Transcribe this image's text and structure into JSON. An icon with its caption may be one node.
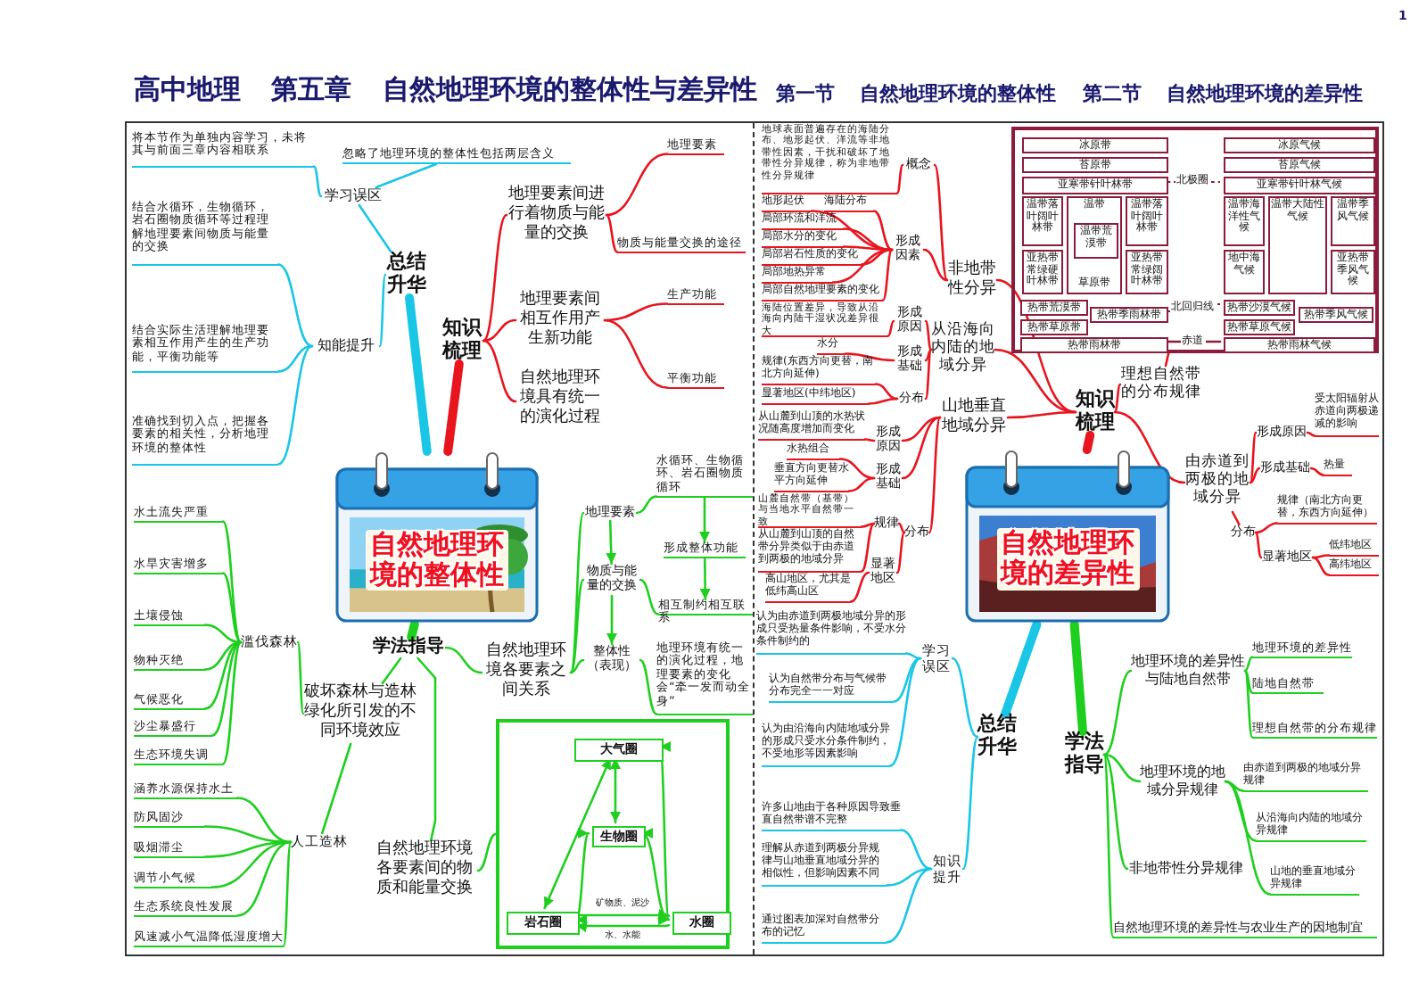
{
  "diagram": {
    "title": "高中地理 第五章 自然地理环境的整体性与差异性",
    "labels": [
      "1",
      "第一节 自然地理环境的整体性",
      "第二节 自然地理环境的差异性"
    ],
    "nodes": [
      {
        "text": [
          "自然地理环境的整体性"
        ]
      },
      {
        "text": [
          "知识梳理"
        ]
      },
      {
        "text": [
          "地理要素间进行着物质与能量的交换"
        ]
      },
      {
        "text": [
          "地理要素"
        ]
      },
      {
        "text": [
          "物质与能量交换的途径"
        ]
      },
      {
        "text": [
          "地理要素间相互作用产生新功能"
        ]
      },
      {
        "text": [
          "生产功能"
        ]
      },
      {
        "text": [
          "平衡功能"
        ]
      },
      {
        "text": [
          "自然地理环境具有统一的演化过程"
        ]
      },
      {
        "text": [
          "总结升华"
        ]
      },
      {
        "text": [
          "学习误区"
        ]
      },
      {
        "text": [
          "将本节作为单独内容学习，未将其与前面三章内容相联系"
        ]
      },
      {
        "text": [
          "忽略了地理环境的整体性包括两层含义"
        ]
      },
      {
        "text": [
          "知能提升"
        ]
      },
      {
        "text": [
          "结合水循环，生物循环，岩石圈物质循环等过程理解地理要素间物质与能量的交换"
        ]
      },
      {
        "text": [
          "结合实际生活理解地理要素相互作用产生的生产功能，平衡功能等"
        ]
      },
      {
        "text": [
          "准确找到切入点，把握各要素的相关性，分析地理环境的整体性"
        ]
      },
      {
        "text": [
          "学法指导"
        ]
      },
      {
        "text": [
          "破坏森林与造林绿化所引发的不同环境效应"
        ]
      },
      {
        "text": [
          "滥伐森林"
        ]
      },
      {
        "text": [
          "水土流失严重"
        ]
      },
      {
        "text": [
          "水旱灾害增多"
        ]
      },
      {
        "text": [
          "土壤侵蚀"
        ]
      },
      {
        "text": [
          "物种灭绝"
        ]
      },
      {
        "text": [
          "气候恶化"
        ]
      },
      {
        "text": [
          "沙尘暴盛行"
        ]
      },
      {
        "text": [
          "生态环境失调"
        ]
      },
      {
        "text": [
          "人工造林"
        ]
      },
      {
        "text": [
          "涵养水源保持水土"
        ]
      },
      {
        "text": [
          "防风固沙"
        ]
      },
      {
        "text": [
          "吸烟滞尘"
        ]
      },
      {
        "text": [
          "调节小气候"
        ]
      },
      {
        "text": [
          "生态系统良性发展"
        ]
      },
      {
        "text": [
          "风速减小气温降低湿度增大"
        ]
      },
      {
        "text": [
          "自然地理环境各要素之间关系"
        ]
      },
      {
        "text": [
          "地理要素"
        ]
      },
      {
        "text": [
          "物质与能量的交换"
        ]
      },
      {
        "text": [
          "整体性（表现）"
        ]
      },
      {
        "text": [
          "水循环、生物循环、岩石圈物质循环"
        ]
      },
      {
        "text": [
          "形成整体功能"
        ]
      },
      {
        "text": [
          "相互制约相互联系"
        ]
      },
      {
        "text": [
          "地理环境有统一的演化过程，地理要素的变化会“牵一发而动全身”"
        ]
      },
      {
        "text": [
          "自然地理环境各要素间的物质和能量交换"
        ]
      },
      {
        "text": [],
        "shape": "box"
      },
      {
        "text": [
          "大气圈"
        ],
        "in": 43
      },
      {
        "text": [
          "生物圈"
        ],
        "in": 43
      },
      {
        "text": [
          "岩石圈"
        ],
        "in": 43
      },
      {
        "text": [
          "水圈"
        ],
        "in": 43
      },
      {
        "text": [
          "自然地理环境的差异性"
        ]
      },
      {
        "text": [
          "知识梳理"
        ]
      },
      {
        "text": [
          "非地带性分异"
        ]
      },
      {
        "text": [
          "概念"
        ]
      },
      {
        "text": [
          "地球表面普遍存在的海陆分布、地形起伏、洋流等非地带性因素，干扰和破坏了地带性分异规律，称为非地带性分异规律"
        ]
      },
      {
        "text": [
          "形成因素"
        ]
      },
      {
        "text": [
          "地形起伏"
        ]
      },
      {
        "text": [
          "海陆分布"
        ]
      },
      {
        "text": [
          "局部环流和洋流"
        ]
      },
      {
        "text": [
          "局部水分的变化"
        ]
      },
      {
        "text": [
          "局部岩石性质的变化"
        ]
      },
      {
        "text": [
          "局部地热异常"
        ]
      },
      {
        "text": [
          "局部自然地理要素的变化"
        ]
      },
      {
        "text": [
          "从沿海向内陆的地域分异"
        ]
      },
      {
        "text": [
          "形成原因"
        ]
      },
      {
        "text": [
          "海陆位置差异，导致从沿海向内陆干湿状况差异很大"
        ]
      },
      {
        "text": [
          "形成基础"
        ]
      },
      {
        "text": [
          "水分"
        ]
      },
      {
        "text": [
          "分布"
        ]
      },
      {
        "text": [
          "规律(东西方向更替，南北方向延伸)"
        ]
      },
      {
        "text": [
          "显著地区(中纬地区)"
        ]
      },
      {
        "text": [
          "山地垂直地域分异"
        ]
      },
      {
        "text": [
          "形成原因"
        ]
      },
      {
        "text": [
          "从山麓到山顶的水热状况随高度增加而变化"
        ]
      },
      {
        "text": [
          "形成基础"
        ]
      },
      {
        "text": [
          "水热组合"
        ]
      },
      {
        "text": [
          "垂直方向更替水平方向延伸"
        ]
      },
      {
        "text": [
          "分布"
        ]
      },
      {
        "text": [
          "规律"
        ]
      },
      {
        "text": [
          "山麓自然带（基带）与当地水平自然带一致"
        ]
      },
      {
        "text": [
          "从山麓到山顶的自然带分异类似于由赤道到两极的地域分异"
        ]
      },
      {
        "text": [
          "显著地区"
        ]
      },
      {
        "text": [
          "高山地区，尤其是低纬高山区"
        ]
      },
      {
        "text": [
          "理想自然带的分布规律"
        ]
      },
      {
        "text": [],
        "shape": "box"
      },
      {
        "text": [
          "冰原带"
        ],
        "in": 82
      },
      {
        "text": [
          "苔原带"
        ],
        "in": 82
      },
      {
        "text": [
          "亚寒带针叶林带"
        ],
        "in": 82
      },
      {
        "text": [
          "温带落叶阔叶林带"
        ],
        "in": 82
      },
      {
        "text": [
          "温带",
          "草原带"
        ],
        "in": 82
      },
      {
        "text": [
          "温带荒漠带"
        ],
        "in": 87
      },
      {
        "text": [
          "温带落叶阔叶林带"
        ],
        "in": 82
      },
      {
        "text": [
          "亚热带常绿硬叶林带"
        ],
        "in": 82
      },
      {
        "text": [
          "亚热带常绿阔叶林带"
        ],
        "in": 82
      },
      {
        "text": [
          "热带荒漠带"
        ],
        "in": 82
      },
      {
        "text": [
          "热带季雨林带"
        ],
        "in": 82
      },
      {
        "text": [
          "热带草原带"
        ],
        "in": 82
      },
      {
        "text": [
          "热带雨林带"
        ],
        "in": 82
      },
      {
        "text": [
          "冰原气候"
        ],
        "in": 82
      },
      {
        "text": [
          "苔原气候"
        ],
        "in": 82
      },
      {
        "text": [
          "亚寒带针叶林气候"
        ],
        "in": 82
      },
      {
        "text": [
          "温带海洋性气候"
        ],
        "in": 82
      },
      {
        "text": [
          "温带大陆性气候"
        ],
        "in": 82
      },
      {
        "text": [
          "温带季风气候"
        ],
        "in": 82
      },
      {
        "text": [
          "地中海气候"
        ],
        "in": 82
      },
      {
        "text": [
          "亚热带季风气候"
        ],
        "in": 82
      },
      {
        "text": [
          "热带沙漠气候"
        ],
        "in": 82
      },
      {
        "text": [
          "热带季风气候"
        ],
        "in": 82
      },
      {
        "text": [
          "热带草原气候"
        ],
        "in": 82
      },
      {
        "text": [
          "热带雨林气候"
        ],
        "in": 82
      },
      {
        "text": [
          "由赤道到两极的地域分异"
        ]
      },
      {
        "text": [
          "形成原因"
        ]
      },
      {
        "text": [
          "受太阳辐射从赤道向两极递减的影响"
        ]
      },
      {
        "text": [
          "形成基础"
        ]
      },
      {
        "text": [
          "热量"
        ]
      },
      {
        "text": [
          "分布"
        ]
      },
      {
        "text": [
          "规律（南北方向更替，东西方向延伸）"
        ]
      },
      {
        "text": [
          "显著地区"
        ]
      },
      {
        "text": [
          "低纬地区"
        ]
      },
      {
        "text": [
          "高纬地区"
        ]
      },
      {
        "text": [
          "总结升华"
        ]
      },
      {
        "text": [
          "学习误区"
        ]
      },
      {
        "text": [
          "认为由赤道到两极地域分异的形成只受热量条件影响，不受水分条件制约的"
        ]
      },
      {
        "text": [
          "认为自然带分布与气候带分布完全一一对应"
        ]
      },
      {
        "text": [
          "认为由沿海向内陆地域分异的形成只受水分条件制约，不受地形等因素影响"
        ]
      },
      {
        "text": [
          "知识提升"
        ]
      },
      {
        "text": [
          "许多山地由于各种原因导致垂直自然带谱不完整"
        ]
      },
      {
        "text": [
          "理解从赤道到两极分异规律与山地垂直地域分异的相似性，但影响因素不同"
        ]
      },
      {
        "text": [
          "通过图表加深对自然带分布的记忆"
        ]
      },
      {
        "text": [
          "学法指导"
        ]
      },
      {
        "text": [
          "地理环境的差异性与陆地自然带"
        ]
      },
      {
        "text": [
          "地理环境的差异性"
        ]
      },
      {
        "text": [
          "陆地自然带"
        ]
      },
      {
        "text": [
          "理想自然带的分布规律"
        ]
      },
      {
        "text": [
          "地理环境的地域分异规律"
        ]
      },
      {
        "text": [
          "由赤道到两极的地域分异规律"
        ]
      },
      {
        "text": [
          "从沿海向内陆的地域分异规律"
        ]
      },
      {
        "text": [
          "山地的垂直地域分异规律"
        ]
      },
      {
        "text": [
          "非地带性分异规律"
        ]
      },
      {
        "text": [
          "自然地理环境的差异性与农业生产的因地制宜"
        ]
      }
    ],
    "edges": [
      {
        "from": 0,
        "to": 1,
        "arrow": "none",
        "style": "thick"
      },
      {
        "from": 1,
        "to": 2,
        "arrow": "none"
      },
      {
        "from": 1,
        "to": 5,
        "arrow": "none"
      },
      {
        "from": 1,
        "to": 8,
        "arrow": "none"
      },
      {
        "from": 2,
        "to": 3,
        "arrow": "none"
      },
      {
        "from": 2,
        "to": 4,
        "arrow": "none"
      },
      {
        "from": 5,
        "to": 6,
        "arrow": "none"
      },
      {
        "from": 5,
        "to": 7,
        "arrow": "none"
      },
      {
        "from": 0,
        "to": 9,
        "arrow": "none",
        "style": "thick",
        "color": "#19c6e6"
      },
      {
        "from": 9,
        "to": 10,
        "arrow": "none",
        "color": "#19c6e6"
      },
      {
        "from": 9,
        "to": 13,
        "arrow": "none",
        "color": "#19c6e6"
      },
      {
        "from": 10,
        "to": 11,
        "arrow": "none",
        "color": "#19c6e6"
      },
      {
        "from": 10,
        "to": 12,
        "arrow": "none",
        "color": "#19c6e6"
      },
      {
        "from": 13,
        "to": 14,
        "arrow": "none",
        "color": "#19c6e6"
      },
      {
        "from": 13,
        "to": 15,
        "arrow": "none",
        "color": "#19c6e6"
      },
      {
        "from": 13,
        "to": 16,
        "arrow": "none",
        "color": "#19c6e6"
      },
      {
        "from": 0,
        "to": 17,
        "arrow": "none",
        "style": "thick",
        "color": "#1fcf1f"
      },
      {
        "from": 17,
        "to": 18,
        "arrow": "none",
        "color": "#1fcf1f"
      },
      {
        "from": 17,
        "to": 34,
        "arrow": "none",
        "color": "#1fcf1f"
      },
      {
        "from": 17,
        "to": 42,
        "arrow": "none",
        "color": "#1fcf1f"
      },
      {
        "from": 18,
        "to": 19,
        "arrow": "none",
        "color": "#1fcf1f"
      },
      {
        "from": 18,
        "to": 27,
        "arrow": "none",
        "color": "#1fcf1f"
      },
      {
        "from": 19,
        "to": 20,
        "arrow": "none",
        "color": "#1fcf1f"
      },
      {
        "from": 19,
        "to": 21,
        "arrow": "none",
        "color": "#1fcf1f"
      },
      {
        "from": 19,
        "to": 22,
        "arrow": "none",
        "color": "#1fcf1f"
      },
      {
        "from": 19,
        "to": 23,
        "arrow": "none",
        "color": "#1fcf1f"
      },
      {
        "from": 19,
        "to": 24,
        "arrow": "none",
        "color": "#1fcf1f"
      },
      {
        "from": 19,
        "to": 25,
        "arrow": "none",
        "color": "#1fcf1f"
      },
      {
        "from": 19,
        "to": 26,
        "arrow": "none",
        "color": "#1fcf1f"
      },
      {
        "from": 27,
        "to": 28,
        "arrow": "none",
        "color": "#1fcf1f"
      },
      {
        "from": 27,
        "to": 29,
        "arrow": "none",
        "color": "#1fcf1f"
      },
      {
        "from": 27,
        "to": 30,
        "arrow": "none",
        "color": "#1fcf1f"
      },
      {
        "from": 27,
        "to": 31,
        "arrow": "none",
        "color": "#1fcf1f"
      },
      {
        "from": 27,
        "to": 32,
        "arrow": "none",
        "color": "#1fcf1f"
      },
      {
        "from": 27,
        "to": 33,
        "arrow": "none",
        "color": "#1fcf1f"
      },
      {
        "from": 34,
        "to": 35,
        "arrow": "none",
        "color": "#1fcf1f"
      },
      {
        "from": 34,
        "to": 36,
        "arrow": "none",
        "color": "#1fcf1f"
      },
      {
        "from": 34,
        "to": 37,
        "arrow": "none",
        "color": "#1fcf1f"
      },
      {
        "from": 35,
        "to": 36,
        "arrow": "to",
        "color": "#1fcf1f"
      },
      {
        "from": 36,
        "to": 37,
        "arrow": "to",
        "color": "#1fcf1f"
      },
      {
        "from": 35,
        "to": 38,
        "arrow": "none",
        "color": "#1fcf1f"
      },
      {
        "from": 36,
        "to": 40,
        "arrow": "none",
        "color": "#1fcf1f"
      },
      {
        "from": 37,
        "to": 41,
        "arrow": "none",
        "color": "#1fcf1f"
      },
      {
        "from": 38,
        "to": 39,
        "arrow": "to",
        "color": "#1fcf1f"
      },
      {
        "from": 39,
        "to": 40,
        "arrow": "to",
        "color": "#1fcf1f"
      },
      {
        "from": 42,
        "to": 43,
        "arrow": "none",
        "color": "#1fcf1f"
      },
      {
        "from": 44,
        "to": 45,
        "arrow": "both",
        "color": "#1fcf1f"
      },
      {
        "from": 44,
        "to": 46,
        "arrow": "both",
        "color": "#1fcf1f"
      },
      {
        "from": 44,
        "to": 47,
        "arrow": "both",
        "color": "#1fcf1f"
      },
      {
        "from": 45,
        "to": 46,
        "arrow": "both",
        "color": "#1fcf1f"
      },
      {
        "from": 45,
        "to": 47,
        "arrow": "both",
        "color": "#1fcf1f"
      },
      {
        "from": 46,
        "to": 47,
        "arrow": "to",
        "label": "矿物质、泥沙",
        "color": "#1fcf1f"
      },
      {
        "from": 47,
        "to": 46,
        "arrow": "to",
        "label": "水、水能",
        "color": "#1fcf1f"
      },
      {
        "from": 48,
        "to": 49,
        "arrow": "none",
        "style": "thick"
      },
      {
        "from": 49,
        "to": 50,
        "arrow": "none"
      },
      {
        "from": 49,
        "to": 61,
        "arrow": "none"
      },
      {
        "from": 49,
        "to": 69,
        "arrow": "none"
      },
      {
        "from": 49,
        "to": 81,
        "arrow": "none"
      },
      {
        "from": 49,
        "to": 108,
        "arrow": "none"
      },
      {
        "from": 50,
        "to": 51,
        "arrow": "none"
      },
      {
        "from": 50,
        "to": 53,
        "arrow": "none"
      },
      {
        "from": 51,
        "to": 52,
        "arrow": "none"
      },
      {
        "from": 53,
        "to": 54,
        "arrow": "none"
      },
      {
        "from": 53,
        "to": 55,
        "arrow": "none"
      },
      {
        "from": 53,
        "to": 56,
        "arrow": "none"
      },
      {
        "from": 53,
        "to": 57,
        "arrow": "none"
      },
      {
        "from": 53,
        "to": 58,
        "arrow": "none"
      },
      {
        "from": 53,
        "to": 59,
        "arrow": "none"
      },
      {
        "from": 53,
        "to": 60,
        "arrow": "none"
      },
      {
        "from": 61,
        "to": 62,
        "arrow": "none"
      },
      {
        "from": 61,
        "to": 64,
        "arrow": "none"
      },
      {
        "from": 61,
        "to": 66,
        "arrow": "none"
      },
      {
        "from": 62,
        "to": 63,
        "arrow": "none"
      },
      {
        "from": 64,
        "to": 65,
        "arrow": "none"
      },
      {
        "from": 66,
        "to": 67,
        "arrow": "none"
      },
      {
        "from": 66,
        "to": 68,
        "arrow": "none"
      },
      {
        "from": 69,
        "to": 70,
        "arrow": "none"
      },
      {
        "from": 69,
        "to": 72,
        "arrow": "none"
      },
      {
        "from": 69,
        "to": 75,
        "arrow": "none"
      },
      {
        "from": 70,
        "to": 71,
        "arrow": "none"
      },
      {
        "from": 72,
        "to": 73,
        "arrow": "none"
      },
      {
        "from": 72,
        "to": 74,
        "arrow": "none"
      },
      {
        "from": 75,
        "to": 76,
        "arrow": "none"
      },
      {
        "from": 75,
        "to": 79,
        "arrow": "none"
      },
      {
        "from": 76,
        "to": 77,
        "arrow": "none"
      },
      {
        "from": 76,
        "to": 78,
        "arrow": "none"
      },
      {
        "from": 79,
        "to": 80,
        "arrow": "none"
      },
      {
        "from": 81,
        "to": 82,
        "arrow": "none"
      },
      {
        "from": 85,
        "to": 98,
        "arrow": "none",
        "label": "北极圈",
        "style": "dashed",
        "color": "#8c1c3c"
      },
      {
        "from": 93,
        "to": 104,
        "arrow": "none",
        "label": "北回归线",
        "style": "dashed",
        "color": "#8c1c3c"
      },
      {
        "from": 95,
        "to": 107,
        "arrow": "none",
        "label": "赤道",
        "color": "#8c1c3c"
      },
      {
        "from": 108,
        "to": 109,
        "arrow": "none"
      },
      {
        "from": 108,
        "to": 111,
        "arrow": "none"
      },
      {
        "from": 108,
        "to": 113,
        "arrow": "none"
      },
      {
        "from": 109,
        "to": 110,
        "arrow": "none"
      },
      {
        "from": 111,
        "to": 112,
        "arrow": "none"
      },
      {
        "from": 113,
        "to": 114,
        "arrow": "none"
      },
      {
        "from": 113,
        "to": 115,
        "arrow": "none"
      },
      {
        "from": 115,
        "to": 116,
        "arrow": "none"
      },
      {
        "from": 115,
        "to": 117,
        "arrow": "none"
      },
      {
        "from": 48,
        "to": 118,
        "arrow": "none",
        "style": "thick",
        "color": "#19c6e6"
      },
      {
        "from": 118,
        "to": 119,
        "arrow": "none",
        "color": "#19c6e6"
      },
      {
        "from": 118,
        "to": 123,
        "arrow": "none",
        "color": "#19c6e6"
      },
      {
        "from": 119,
        "to": 120,
        "arrow": "none",
        "color": "#19c6e6"
      },
      {
        "from": 119,
        "to": 121,
        "arrow": "none",
        "color": "#19c6e6"
      },
      {
        "from": 119,
        "to": 122,
        "arrow": "none",
        "color": "#19c6e6"
      },
      {
        "from": 123,
        "to": 124,
        "arrow": "none",
        "color": "#19c6e6"
      },
      {
        "from": 123,
        "to": 125,
        "arrow": "none",
        "color": "#19c6e6"
      },
      {
        "from": 123,
        "to": 126,
        "arrow": "none",
        "color": "#19c6e6"
      },
      {
        "from": 48,
        "to": 127,
        "arrow": "none",
        "style": "thick",
        "color": "#1fcf1f"
      },
      {
        "from": 127,
        "to": 128,
        "arrow": "none",
        "color": "#1fcf1f"
      },
      {
        "from": 127,
        "to": 132,
        "arrow": "none",
        "color": "#1fcf1f"
      },
      {
        "from": 127,
        "to": 136,
        "arrow": "none",
        "color": "#1fcf1f"
      },
      {
        "from": 127,
        "to": 137,
        "arrow": "none",
        "color": "#1fcf1f"
      },
      {
        "from": 128,
        "to": 129,
        "arrow": "none",
        "color": "#1fcf1f"
      },
      {
        "from": 128,
        "to": 130,
        "arrow": "none",
        "color": "#1fcf1f"
      },
      {
        "from": 128,
        "to": 131,
        "arrow": "none",
        "color": "#1fcf1f"
      },
      {
        "from": 132,
        "to": 133,
        "arrow": "none",
        "color": "#1fcf1f"
      },
      {
        "from": 132,
        "to": 134,
        "arrow": "none",
        "color": "#1fcf1f"
      },
      {
        "from": 132,
        "to": 135,
        "arrow": "none",
        "color": "#1fcf1f"
      }
    ]
  }
}
